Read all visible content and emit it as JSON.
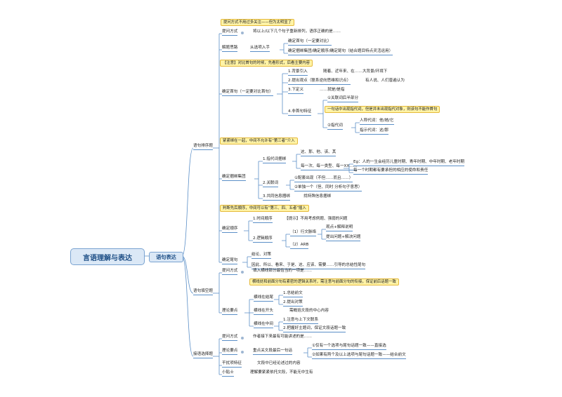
{
  "root": "言语理解与表达",
  "section": "语句表达",
  "sentence_order": {
    "label": "语句排序题",
    "tip_top": "提问方式不用过多关注——但为太明显了",
    "ask_label": "提问方式",
    "ask_text": "将以上/以下几个句子重新排列，语序正确的是……",
    "method_label": "解题思路",
    "method_text": "从选项入手",
    "method_opt1": "确定首句（一定要对比）",
    "method_opt2": "确定捆绑集团/确定顺序/确定尾句（结合题目特点灵活运用）",
    "first_note": "【注意】对比首句的时候，先看形式，后看主要内容",
    "first_label": "确定首句（一定要对比首句）",
    "first_1": "1.背景引入",
    "first_1_detail": "随着、近年来、在……大背景/环境下",
    "first_2": "2.提出观点（联系逆向思维和识点）",
    "first_2_detail": "有人说、人们普遍认为",
    "first_3": "3.下定义",
    "first_3_detail": "……就是/是指",
    "first_4": "4.非首句特征",
    "first_4_a": "①关联词后半部分",
    "first_4_note": "一句话中出现指代词，但是并未出现指代对象，则该句不能作首句",
    "first_4_b": "②指代词",
    "first_4_b1": "人称代词：他/她/它",
    "first_4_b2": "指示代词：这/那",
    "bind_note": "紧紧绑在一起，中间不允许有“第三者”介入",
    "bind_label": "确定捆绑集团",
    "bind_1": "1.指代词捆绑",
    "bind_1_a": "这、那、他、该、其",
    "bind_1_b": "每一次、每一类型、每一XX……",
    "bind_1_eg": "Eg：人的一生会经历儿童时期、青年时期、中年时期、老年时期",
    "bind_1_eg2": "每一个时期都有要承担的相应的使命和责任",
    "bind_2": "2.关联词",
    "bind_2_a": "①配套出现（不但……而且……）",
    "bind_2_b": "②单独一个（但、同时    分析句子意思）",
    "bind_3": "3.共同信息捆绑",
    "bind_3_detail": "找特殊信息捆绑",
    "order_note": "判断先后顺序，中间可以有“第三、四、五者”插入",
    "order_label": "确定顺序",
    "order_1": "1.时间顺序",
    "order_1_detail": "【提示】不用考虑例题、强弱的问题",
    "order_2": "2.逻辑顺序",
    "order_2_a": "（1）行文脉络",
    "order_2_a1": "观点+解释说明",
    "order_2_a2": "提出问题+解决问题",
    "order_2_b": "（2）ARB",
    "tail_label": "确定尾句",
    "tail_1": "结论、对策",
    "tail_2": "因此、所以、看来、于是、这、应该、需要……引导的总结性尾句"
  },
  "fill_blank": {
    "label": "语句填空题",
    "ask_label": "提问方式",
    "ask_text": "填入横线部分最恰当的一项是……",
    "note": "横线处和前面分句有紧密的逻辑关系时，需注意与前面分句的衔接，保证前后话题一致",
    "key_label": "理论要点",
    "end_label": "横线在结尾",
    "end_1": "1.总结前文",
    "end_2": "2.提出对策",
    "start_label": "横线在开头",
    "start_text": "需概括文段的中心内容",
    "mid_label": "横线在中间",
    "mid_1": "1.注意与上下文联系",
    "mid_2": "2.把握好主题词，保证文段话题一致"
  },
  "continue": {
    "label": "接语选择题",
    "ask_label": "提问方式",
    "ask_text": "作者接下来最有可能讲述的是……",
    "key_label": "理论要点",
    "key_text": "重点关文段最后一句话",
    "key_a": "①仅有一个选项与尾句话题一致——直接选",
    "key_b": "②如果有两个及以上选项与尾句话题一致——结合前文",
    "distract_label": "干扰项特征",
    "distract_text": "文段中已经论述过的内容",
    "tip_label": "小贴士",
    "tip_text": "理解要紧紧依托文段，不能无中生有"
  }
}
